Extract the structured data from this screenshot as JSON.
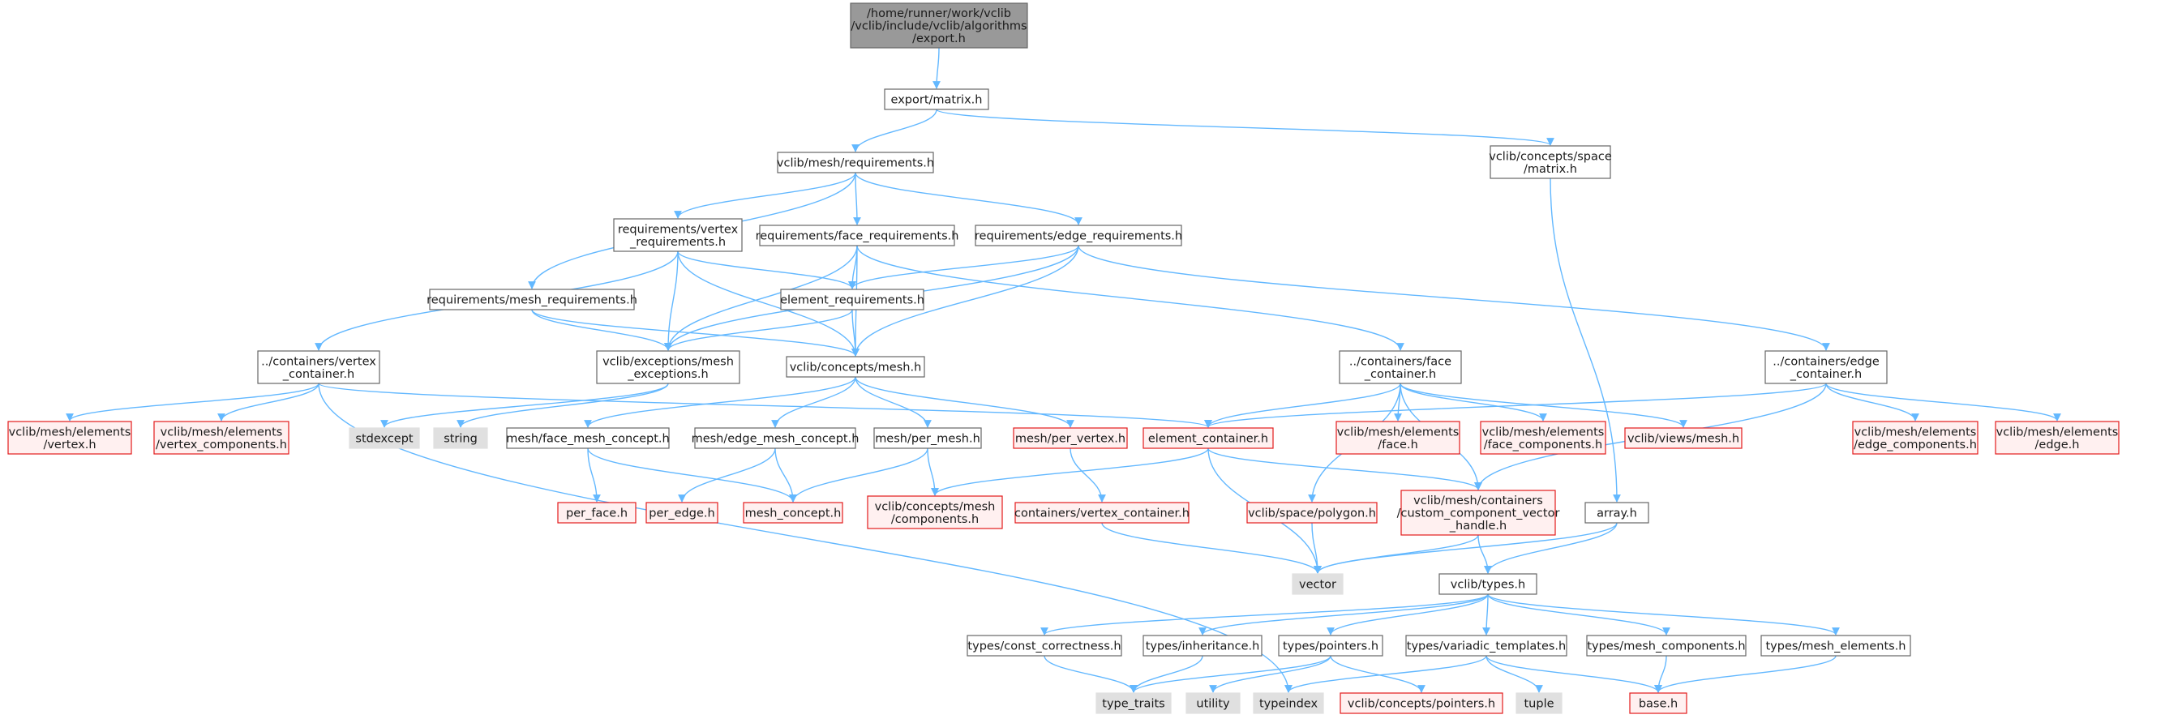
{
  "colors": {
    "edge": "#63b8ff",
    "root_fill": "#999999",
    "root_stroke": "#666666",
    "node_stroke": "#666666",
    "missing_fill": "#fff0f0",
    "missing_stroke": "#e31a1c",
    "system_fill": "#e0e0e0"
  },
  "nodes": {
    "root": [
      "/home/runner/work/vclib",
      "/vclib/include/vclib/algorithms",
      "/export.h"
    ],
    "export_matrix": [
      "export/matrix.h"
    ],
    "mesh_requirements": [
      "vclib/mesh/requirements.h"
    ],
    "concepts_space_matrix": [
      "vclib/concepts/space",
      "/matrix.h"
    ],
    "req_vertex": [
      "requirements/vertex",
      "_requirements.h"
    ],
    "req_face": [
      "requirements/face_requirements.h"
    ],
    "req_edge": [
      "requirements/edge_requirements.h"
    ],
    "req_mesh": [
      "requirements/mesh_requirements.h"
    ],
    "element_requirements": [
      "element_requirements.h"
    ],
    "containers_vertex": [
      "../containers/vertex",
      "_container.h"
    ],
    "exceptions_mesh": [
      "vclib/exceptions/mesh",
      "_exceptions.h"
    ],
    "concepts_mesh": [
      "vclib/concepts/mesh.h"
    ],
    "containers_face": [
      "../containers/face",
      "_container.h"
    ],
    "containers_edge": [
      "../containers/edge",
      "_container.h"
    ],
    "elements_vertex": [
      "vclib/mesh/elements",
      "/vertex.h"
    ],
    "elements_vertex_components": [
      "vclib/mesh/elements",
      "/vertex_components.h"
    ],
    "stdexcept": [
      "stdexcept"
    ],
    "string": [
      "string"
    ],
    "face_mesh_concept": [
      "mesh/face_mesh_concept.h"
    ],
    "edge_mesh_concept": [
      "mesh/edge_mesh_concept.h"
    ],
    "per_mesh": [
      "mesh/per_mesh.h"
    ],
    "per_vertex": [
      "mesh/per_vertex.h"
    ],
    "element_container": [
      "element_container.h"
    ],
    "elements_face": [
      "vclib/mesh/elements",
      "/face.h"
    ],
    "elements_face_components": [
      "vclib/mesh/elements",
      "/face_components.h"
    ],
    "views_mesh": [
      "vclib/views/mesh.h"
    ],
    "elements_edge_components": [
      "vclib/mesh/elements",
      "/edge_components.h"
    ],
    "elements_edge": [
      "vclib/mesh/elements",
      "/edge.h"
    ],
    "per_face": [
      "per_face.h"
    ],
    "per_edge": [
      "per_edge.h"
    ],
    "mesh_concept": [
      "mesh_concept.h"
    ],
    "concepts_mesh_components": [
      "vclib/concepts/mesh",
      "/components.h"
    ],
    "containers_vertex_container": [
      "containers/vertex_container.h"
    ],
    "space_polygon": [
      "vclib/space/polygon.h"
    ],
    "custom_component": [
      "vclib/mesh/containers",
      "/custom_component_vector",
      "_handle.h"
    ],
    "array": [
      "array.h"
    ],
    "vector": [
      "vector"
    ],
    "types": [
      "vclib/types.h"
    ],
    "const_correctness": [
      "types/const_correctness.h"
    ],
    "inheritance": [
      "types/inheritance.h"
    ],
    "pointers": [
      "types/pointers.h"
    ],
    "variadic_templates": [
      "types/variadic_templates.h"
    ],
    "mesh_components": [
      "types/mesh_components.h"
    ],
    "mesh_elements": [
      "types/mesh_elements.h"
    ],
    "type_traits": [
      "type_traits"
    ],
    "utility": [
      "utility"
    ],
    "typeindex": [
      "typeindex"
    ],
    "concepts_pointers": [
      "vclib/concepts/pointers.h"
    ],
    "tuple": [
      "tuple"
    ],
    "base": [
      "base.h"
    ]
  }
}
